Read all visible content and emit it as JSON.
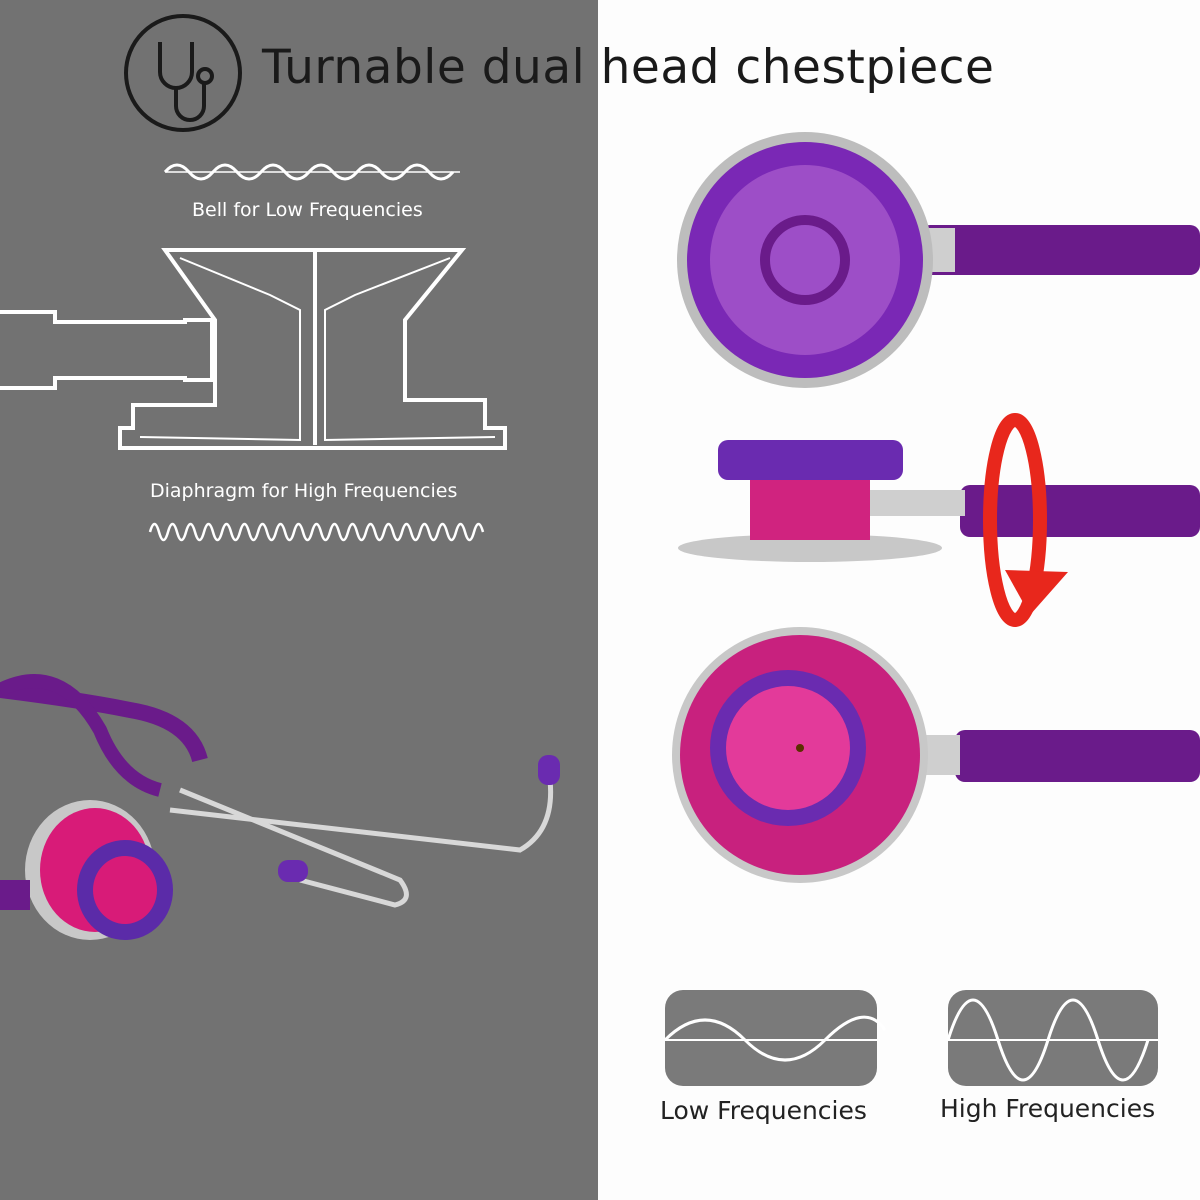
{
  "title": "Turnable dual head chestpiece",
  "left_panel": {
    "bell_label": "Bell for Low Frequencies",
    "diaphragm_label": "Diaphragm for High Frequencies"
  },
  "frequency_cards": [
    {
      "label": "Low Frequencies"
    },
    {
      "label": "High Frequencies"
    }
  ],
  "icons": [
    "stethoscope-icon",
    "rotate-arrow-icon"
  ],
  "colors": {
    "gray_panel": "#727272",
    "purple": "#6a1b8a",
    "pink": "#d81b78",
    "red_arrow": "#e8271c"
  }
}
